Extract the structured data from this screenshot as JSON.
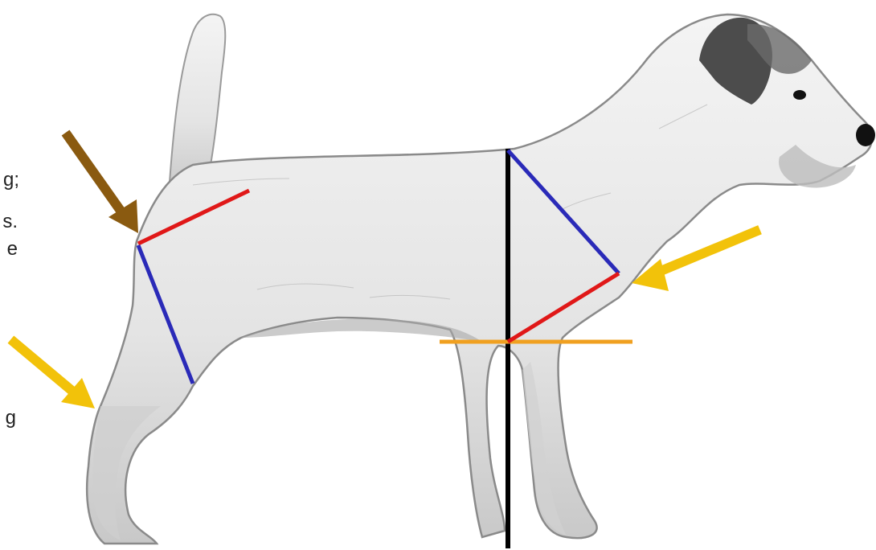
{
  "colors": {
    "background": "#ffffff",
    "croup_line": "#e01818",
    "hindquarter_line": "#2a2ab8",
    "shoulder_line": "#2a2ab8",
    "upper_arm_line": "#e01818",
    "vertical_reference": "#000000",
    "elbow_line": "#f0a020",
    "brown_arrow": "#8a5a10",
    "yellow_arrow": "#f2c20a",
    "dog_body": "#e8e8e8",
    "dog_shadow": "#9a9a9a",
    "dog_dark": "#3a3a3a"
  },
  "clipped_text": {
    "line1": "g;",
    "line2": "s.",
    "line3": "e",
    "line4": "g"
  }
}
